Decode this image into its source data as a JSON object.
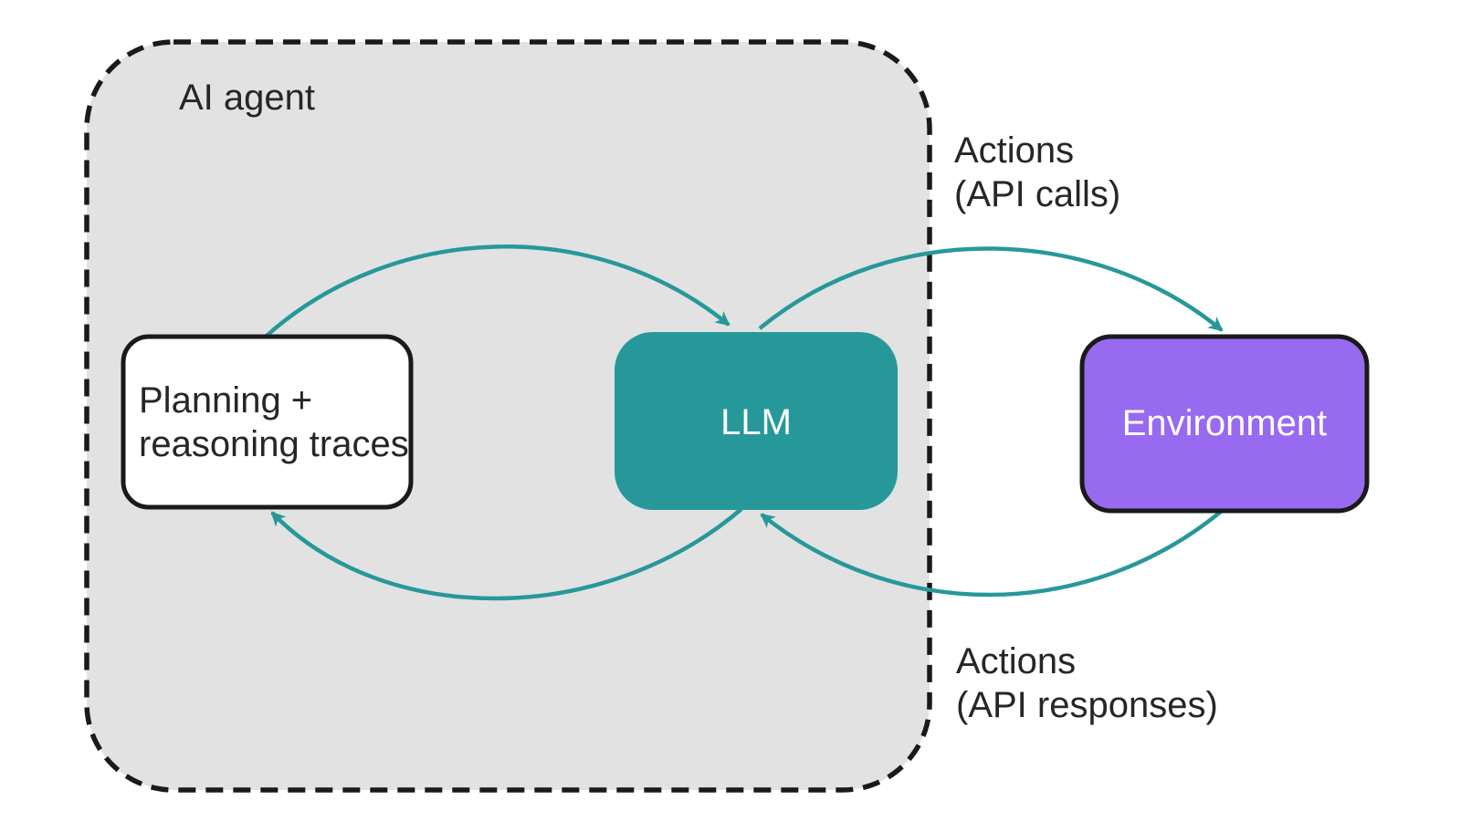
{
  "diagram": {
    "agent_container": {
      "label": "AI agent",
      "fill": "#e2e2e2",
      "border_color": "#1a1a1a"
    },
    "nodes": {
      "planning": {
        "line1": "Planning +",
        "line2": "reasoning traces",
        "fill": "#ffffff",
        "border_color": "#1a1a1a",
        "text_color": "#262626"
      },
      "llm": {
        "label": "LLM",
        "fill": "#27989a",
        "text_color": "#ffffff"
      },
      "environment": {
        "label": "Environment",
        "fill": "#976af0",
        "border_color": "#1a1a1a",
        "text_color": "#ffffff"
      }
    },
    "edge_color": "#27989a",
    "edges": [
      {
        "from": "Planning + reasoning traces",
        "to": "LLM",
        "label": ""
      },
      {
        "from": "LLM",
        "to": "Planning + reasoning traces",
        "label": ""
      },
      {
        "from": "LLM",
        "to": "Environment",
        "label": "Actions (API calls)"
      },
      {
        "from": "Environment",
        "to": "LLM",
        "label": "Actions (API responses)"
      }
    ],
    "labels": {
      "api_calls": {
        "line1": "Actions",
        "line2": "(API calls)"
      },
      "api_responses": {
        "line1": "Actions",
        "line2": "(API responses)"
      }
    }
  }
}
